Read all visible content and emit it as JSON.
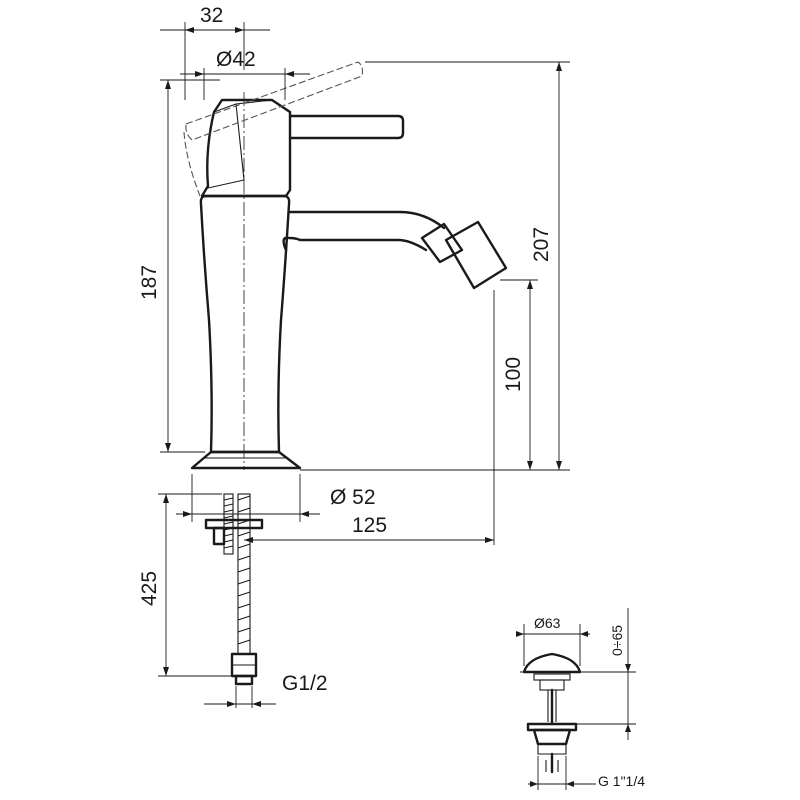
{
  "drawing": {
    "dimensions": {
      "spout_offset": "32",
      "handle_diameter": "Ø42",
      "total_height": "207",
      "body_height": "187",
      "outlet_height": "100",
      "base_diameter": "Ø 52",
      "reach": "125",
      "hose_length": "425",
      "hose_thread": "G1/2",
      "waste_cap_diameter": "Ø63",
      "waste_range": "0÷65",
      "waste_thread": "G 1\"1/4"
    }
  }
}
